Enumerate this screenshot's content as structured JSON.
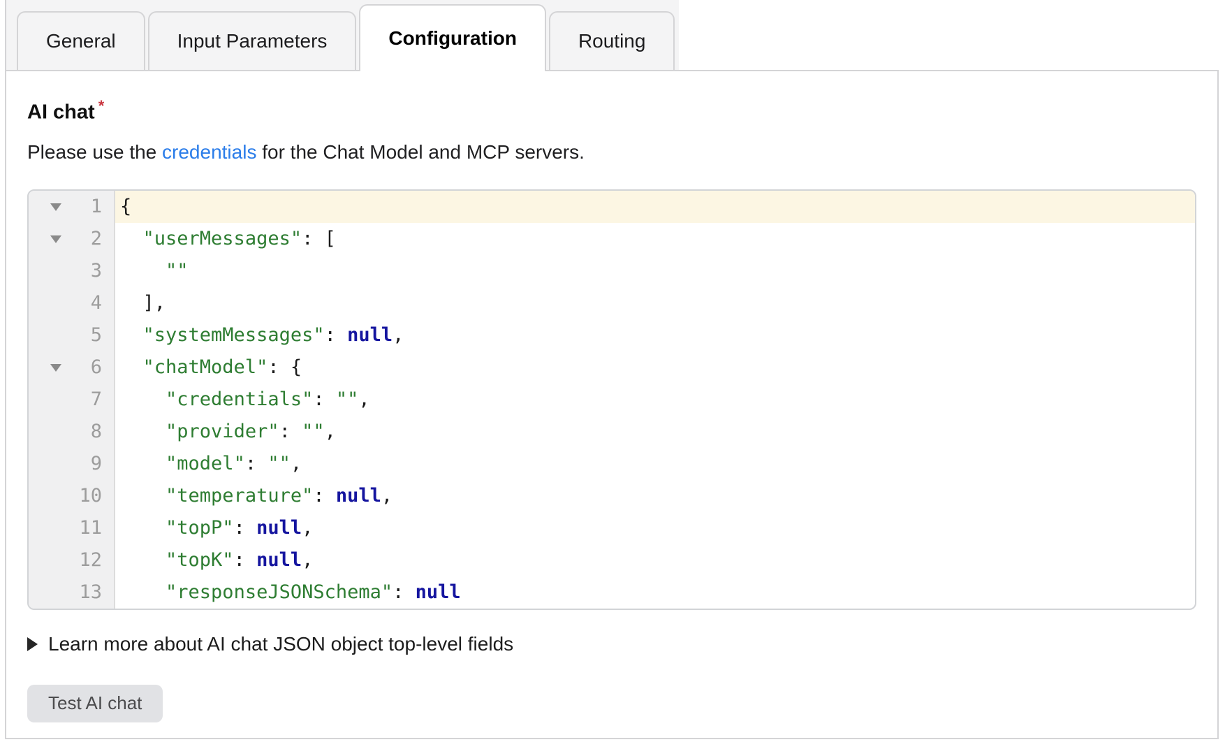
{
  "tabs": [
    {
      "label": "General",
      "active": false
    },
    {
      "label": "Input Parameters",
      "active": false
    },
    {
      "label": "Configuration",
      "active": true
    },
    {
      "label": "Routing",
      "active": false
    }
  ],
  "form": {
    "field_label": "AI chat",
    "required_marker": "*",
    "description": {
      "prefix": "Please use the ",
      "link": "credentials",
      "suffix": " for the Chat Model and MCP servers."
    },
    "learn_more": "Learn more about AI chat JSON object top-level fields",
    "test_button": "Test AI chat"
  },
  "editor": {
    "active_line": 1,
    "lines": [
      {
        "n": 1,
        "fold": true,
        "active": true,
        "tokens": [
          [
            "{",
            "plain"
          ]
        ]
      },
      {
        "n": 2,
        "fold": true,
        "active": false,
        "tokens": [
          [
            "  ",
            "plain"
          ],
          [
            "\"userMessages\"",
            "key"
          ],
          [
            ": [",
            "plain"
          ]
        ]
      },
      {
        "n": 3,
        "fold": false,
        "active": false,
        "tokens": [
          [
            "    ",
            "plain"
          ],
          [
            "\"\"",
            "string"
          ]
        ]
      },
      {
        "n": 4,
        "fold": false,
        "active": false,
        "tokens": [
          [
            "  ],",
            "plain"
          ]
        ]
      },
      {
        "n": 5,
        "fold": false,
        "active": false,
        "tokens": [
          [
            "  ",
            "plain"
          ],
          [
            "\"systemMessages\"",
            "key"
          ],
          [
            ": ",
            "plain"
          ],
          [
            "null",
            "null"
          ],
          [
            ",",
            "plain"
          ]
        ]
      },
      {
        "n": 6,
        "fold": true,
        "active": false,
        "tokens": [
          [
            "  ",
            "plain"
          ],
          [
            "\"chatModel\"",
            "key"
          ],
          [
            ": {",
            "plain"
          ]
        ]
      },
      {
        "n": 7,
        "fold": false,
        "active": false,
        "tokens": [
          [
            "    ",
            "plain"
          ],
          [
            "\"credentials\"",
            "key"
          ],
          [
            ": ",
            "plain"
          ],
          [
            "\"\"",
            "string"
          ],
          [
            ",",
            "plain"
          ]
        ]
      },
      {
        "n": 8,
        "fold": false,
        "active": false,
        "tokens": [
          [
            "    ",
            "plain"
          ],
          [
            "\"provider\"",
            "key"
          ],
          [
            ": ",
            "plain"
          ],
          [
            "\"\"",
            "string"
          ],
          [
            ",",
            "plain"
          ]
        ]
      },
      {
        "n": 9,
        "fold": false,
        "active": false,
        "tokens": [
          [
            "    ",
            "plain"
          ],
          [
            "\"model\"",
            "key"
          ],
          [
            ": ",
            "plain"
          ],
          [
            "\"\"",
            "string"
          ],
          [
            ",",
            "plain"
          ]
        ]
      },
      {
        "n": 10,
        "fold": false,
        "active": false,
        "tokens": [
          [
            "    ",
            "plain"
          ],
          [
            "\"temperature\"",
            "key"
          ],
          [
            ": ",
            "plain"
          ],
          [
            "null",
            "null"
          ],
          [
            ",",
            "plain"
          ]
        ]
      },
      {
        "n": 11,
        "fold": false,
        "active": false,
        "tokens": [
          [
            "    ",
            "plain"
          ],
          [
            "\"topP\"",
            "key"
          ],
          [
            ": ",
            "plain"
          ],
          [
            "null",
            "null"
          ],
          [
            ",",
            "plain"
          ]
        ]
      },
      {
        "n": 12,
        "fold": false,
        "active": false,
        "tokens": [
          [
            "    ",
            "plain"
          ],
          [
            "\"topK\"",
            "key"
          ],
          [
            ": ",
            "plain"
          ],
          [
            "null",
            "null"
          ],
          [
            ",",
            "plain"
          ]
        ]
      },
      {
        "n": 13,
        "fold": false,
        "active": false,
        "tokens": [
          [
            "    ",
            "plain"
          ],
          [
            "\"responseJSONSchema\"",
            "key"
          ],
          [
            ": ",
            "plain"
          ],
          [
            "null",
            "null"
          ]
        ]
      }
    ]
  },
  "colors": {
    "accent_link": "#2b7de9",
    "required": "#c9353f",
    "json_key": "#2e7d32",
    "json_null": "#15159f",
    "active_line_bg": "#fcf6e3",
    "tab_border": "#d4d4d6",
    "button_bg": "#e1e2e5"
  }
}
